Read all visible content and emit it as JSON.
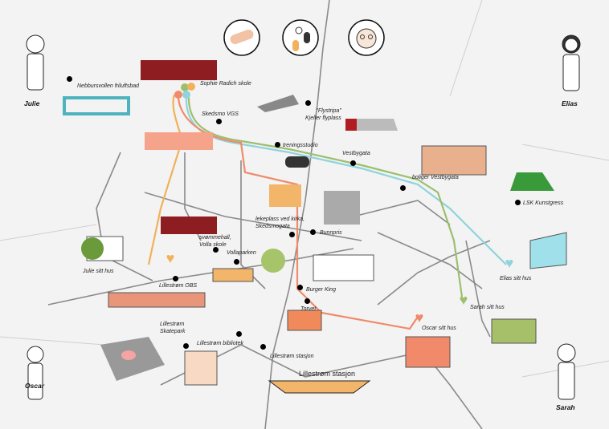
{
  "characters": [
    "Julie",
    "Elias",
    "Oscar",
    "Sarah"
  ],
  "icons": [
    "bandage-icon",
    "pills-icon",
    "elderly-face-icon"
  ],
  "places": {
    "nebbursvollen": "Nebbursvollen friluftsbad",
    "sophie": "Sophie Radich skole",
    "skedsmo_vgs": "Skedsmo VGS",
    "flystripa_1": "\"Flystripa\"",
    "flystripa_2": "Kjeller flyplass",
    "trening": "treningsstudio",
    "vestbygata": "Vestbygata",
    "boliger": "boliger Vestbygata",
    "lsk": "LSK Kunstgress",
    "lekeplass_1": "lekeplass ved kirka,",
    "lekeplass_2": "Skedsmogata",
    "bunnpris": "Bunnpris",
    "svomme_1": "svømmehall,",
    "svomme_2": "Volla skole",
    "vollaparken": "Vollaparken",
    "julie_hus": "Julie sitt hus",
    "obs": "Lillestrøm OBS",
    "burger": "Burger King",
    "torvet": "Torvet",
    "oscar_hus": "Oscar sitt hus",
    "elias_hus": "Elias sitt hus",
    "sarah_hus": "Sarah sitt hus",
    "skate_1": "Lillestrøm",
    "skate_2": "Skatepark",
    "bibliotek": "Lillestrøm bibliotek",
    "stasjon": "Lillestrøm stasjon",
    "stasjon_sign": "Lillestrøm stasjon"
  },
  "colors": {
    "julie": "#f2b15a",
    "elias": "#8fd3dc",
    "oscar": "#f08a6a",
    "sarah": "#9cbf6f",
    "school": "#8e1d22"
  }
}
